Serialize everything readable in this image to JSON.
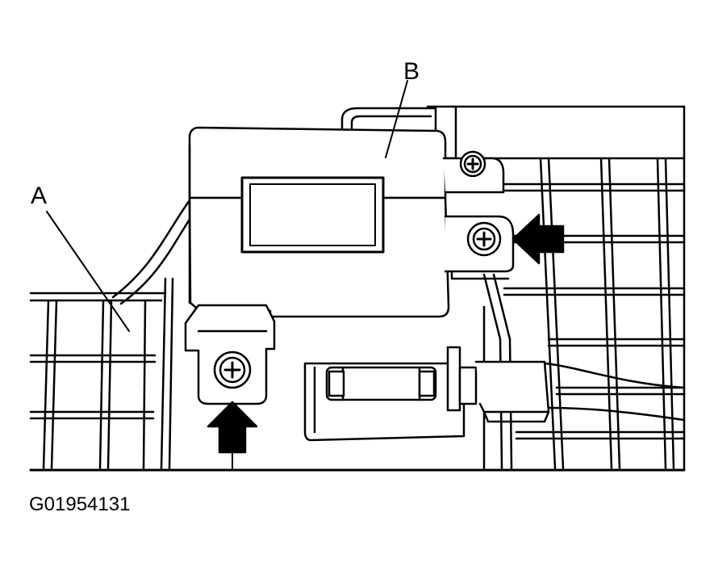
{
  "labels": {
    "a": "A",
    "b": "B"
  },
  "figure_id": "G01954131",
  "colors": {
    "ink": "#000000",
    "paper": "#ffffff"
  }
}
